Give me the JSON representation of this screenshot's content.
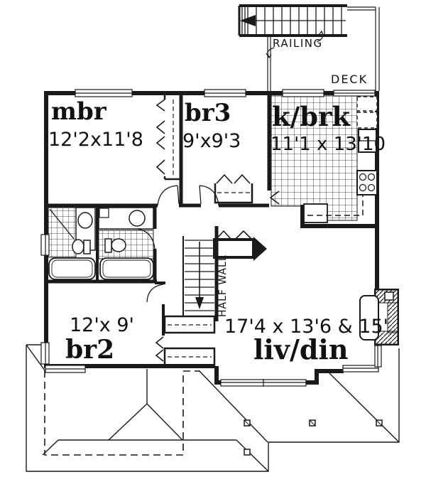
{
  "colors": {
    "ink": "#1a1a1a",
    "paper": "#ffffff"
  },
  "annotations": {
    "railing": "RAILING",
    "deck": "DECK",
    "half_wall": "HALF WALL"
  },
  "rooms": {
    "mbr": {
      "name": "mbr",
      "dims": "12'2x11'8"
    },
    "br3": {
      "name": "br3",
      "dims": "9'x9'3"
    },
    "kbrk": {
      "name": "k/brk",
      "dims": "11'1 x 13'10"
    },
    "br2": {
      "name": "br2",
      "dims": "12'x 9'"
    },
    "livdin": {
      "name": "liv/din",
      "dims": "17'4 x 13'6 & 15'"
    }
  }
}
